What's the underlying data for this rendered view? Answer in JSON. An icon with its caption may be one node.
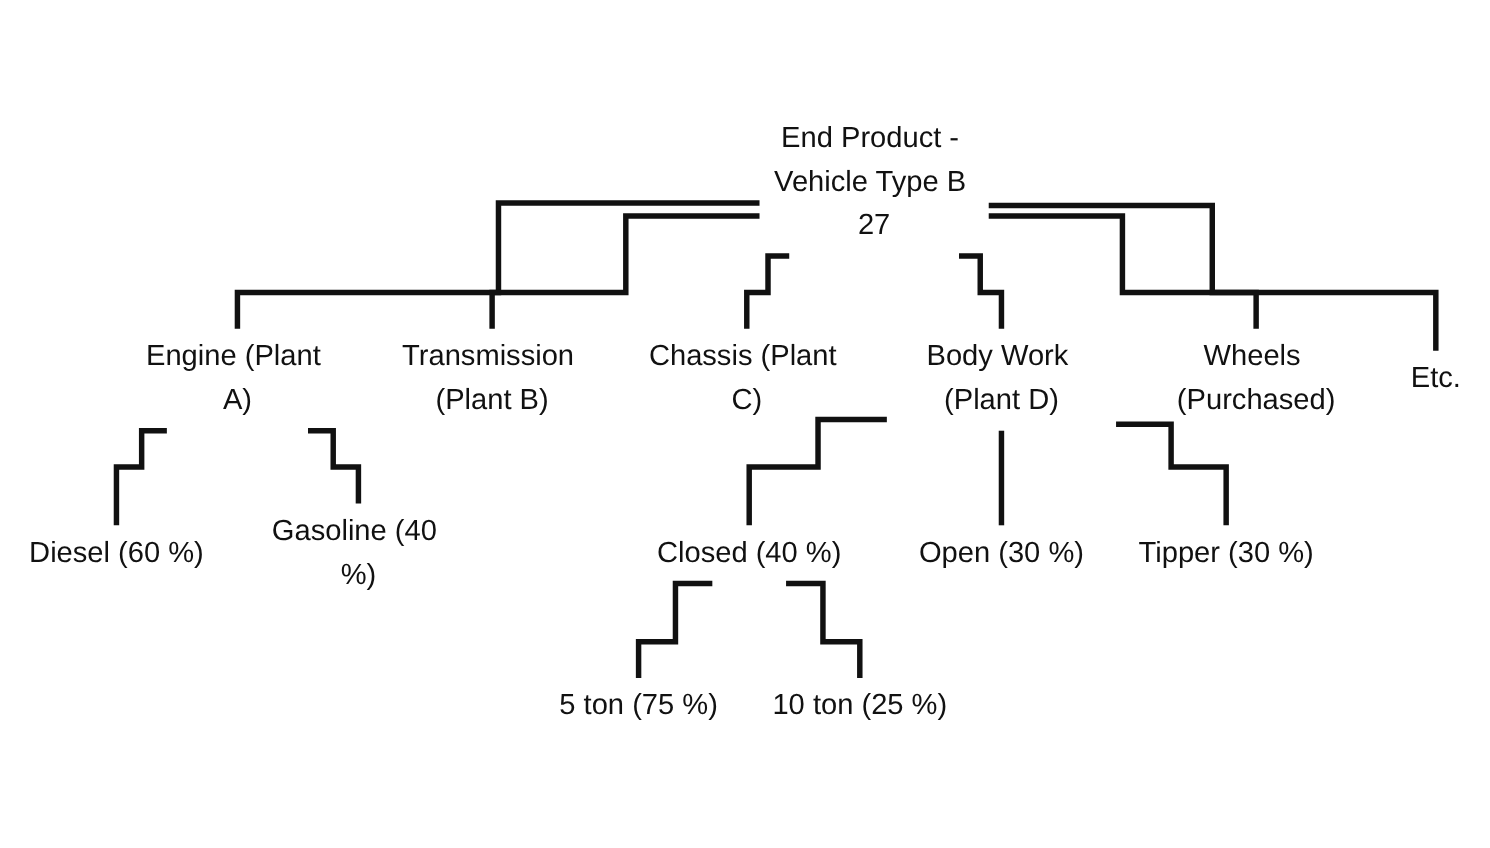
{
  "diagram": {
    "nodes": [
      {
        "text": [
          "End Product - Vehicle Type B 27"
        ]
      },
      {
        "text": [
          "Engine (Plant A)"
        ]
      },
      {
        "text": [
          "Transmission (Plant B)"
        ]
      },
      {
        "text": [
          "Chassis (Plant C)"
        ]
      },
      {
        "text": [
          "Body Work (Plant D)"
        ]
      },
      {
        "text": [
          "Wheels (Purchased)"
        ]
      },
      {
        "text": [
          "Etc."
        ]
      },
      {
        "text": [
          "Diesel (60 %)"
        ]
      },
      {
        "text": [
          "Gasoline (40 %)"
        ]
      },
      {
        "text": [
          "Closed (40 %)"
        ]
      },
      {
        "text": [
          "Open (30 %)"
        ]
      },
      {
        "text": [
          "Tipper (30 %)"
        ]
      },
      {
        "text": [
          "5 ton (75 %)"
        ]
      },
      {
        "text": [
          "10 ton (25 %)"
        ]
      }
    ],
    "edges": [
      {
        "from": 0,
        "to": 1,
        "arrow": "none"
      },
      {
        "from": 0,
        "to": 2,
        "arrow": "none"
      },
      {
        "from": 0,
        "to": 3,
        "arrow": "none"
      },
      {
        "from": 0,
        "to": 4,
        "arrow": "none"
      },
      {
        "from": 0,
        "to": 5,
        "arrow": "none"
      },
      {
        "from": 0,
        "to": 6,
        "arrow": "none"
      },
      {
        "from": 1,
        "to": 7,
        "arrow": "none"
      },
      {
        "from": 1,
        "to": 8,
        "arrow": "none"
      },
      {
        "from": 4,
        "to": 9,
        "arrow": "none"
      },
      {
        "from": 4,
        "to": 10,
        "arrow": "none"
      },
      {
        "from": 4,
        "to": 11,
        "arrow": "none"
      },
      {
        "from": 9,
        "to": 12,
        "arrow": "none"
      },
      {
        "from": 9,
        "to": 13,
        "arrow": "none"
      }
    ]
  }
}
